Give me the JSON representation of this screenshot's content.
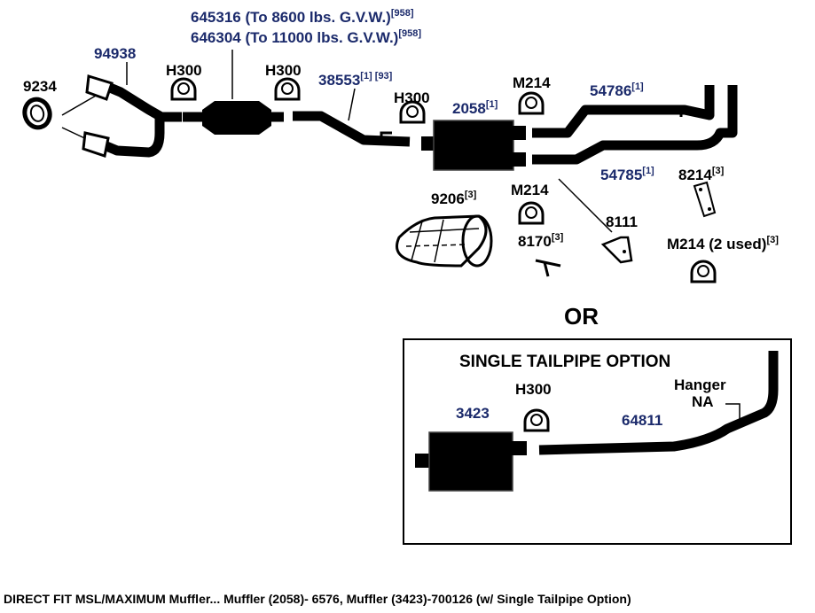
{
  "labels": {
    "part_9234": "9234",
    "part_94938": "94938",
    "h300_a": "H300",
    "h300_b": "H300",
    "h300_c": "H300",
    "converter_line1": "645316 (To 8600 lbs. G.V.W.)",
    "converter_line1_ref": "[958]",
    "converter_line2": "646304 (To 11000 lbs. G.V.W.)",
    "converter_line2_ref": "[958]",
    "part_38553": "38553",
    "part_38553_ref": "[1] [93]",
    "muffler_2058": "2058",
    "muffler_2058_ref": "[1]",
    "m214_a": "M214",
    "part_54786": "54786",
    "part_54786_ref": "[1]",
    "part_54785": "54785",
    "part_54785_ref": "[1]",
    "part_8214": "8214",
    "part_8214_ref": "[3]",
    "part_9206": "9206",
    "part_9206_ref": "[3]",
    "m214_b": "M214",
    "part_8111": "8111",
    "part_8170": "8170",
    "part_8170_ref": "[3]",
    "m214_used": "M214 (2 used)",
    "m214_used_ref": "[3]",
    "or_text": "OR",
    "option_title": "SINGLE TAILPIPE OPTION",
    "option_h300": "H300",
    "option_3423": "3423",
    "option_64811": "64811",
    "option_hanger_line1": "Hanger",
    "option_hanger_line2": "NA"
  },
  "caption": "DIRECT FIT MSL/MAXIMUM Muffler... Muffler (2058)- 6576, Muffler (3423)-700126 (w/ Single Tailpipe Option)",
  "colors": {
    "part_number": "#1b2a6b",
    "generic": "#000000"
  }
}
